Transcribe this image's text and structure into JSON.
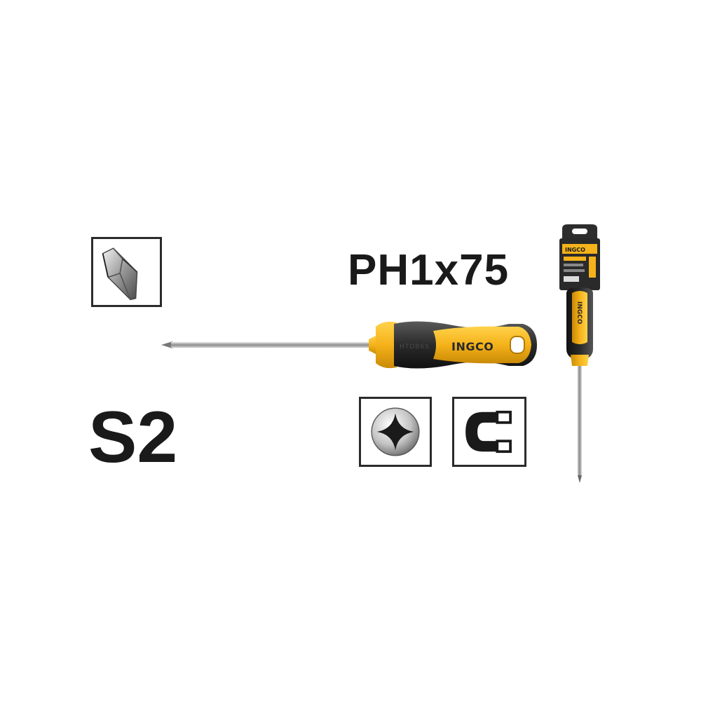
{
  "product": {
    "size_label": "PH1x75",
    "material_label": "S2",
    "brand": "INGCO"
  },
  "icons": {
    "tip": "phillips-tip-icon",
    "head": "phillips-cross-icon",
    "magnetic": "magnet-icon"
  },
  "colors": {
    "handle_yellow": "#f5b21a",
    "handle_black": "#2a2a2a",
    "text": "#1a1a1a",
    "steel": "#b8b8b8"
  }
}
